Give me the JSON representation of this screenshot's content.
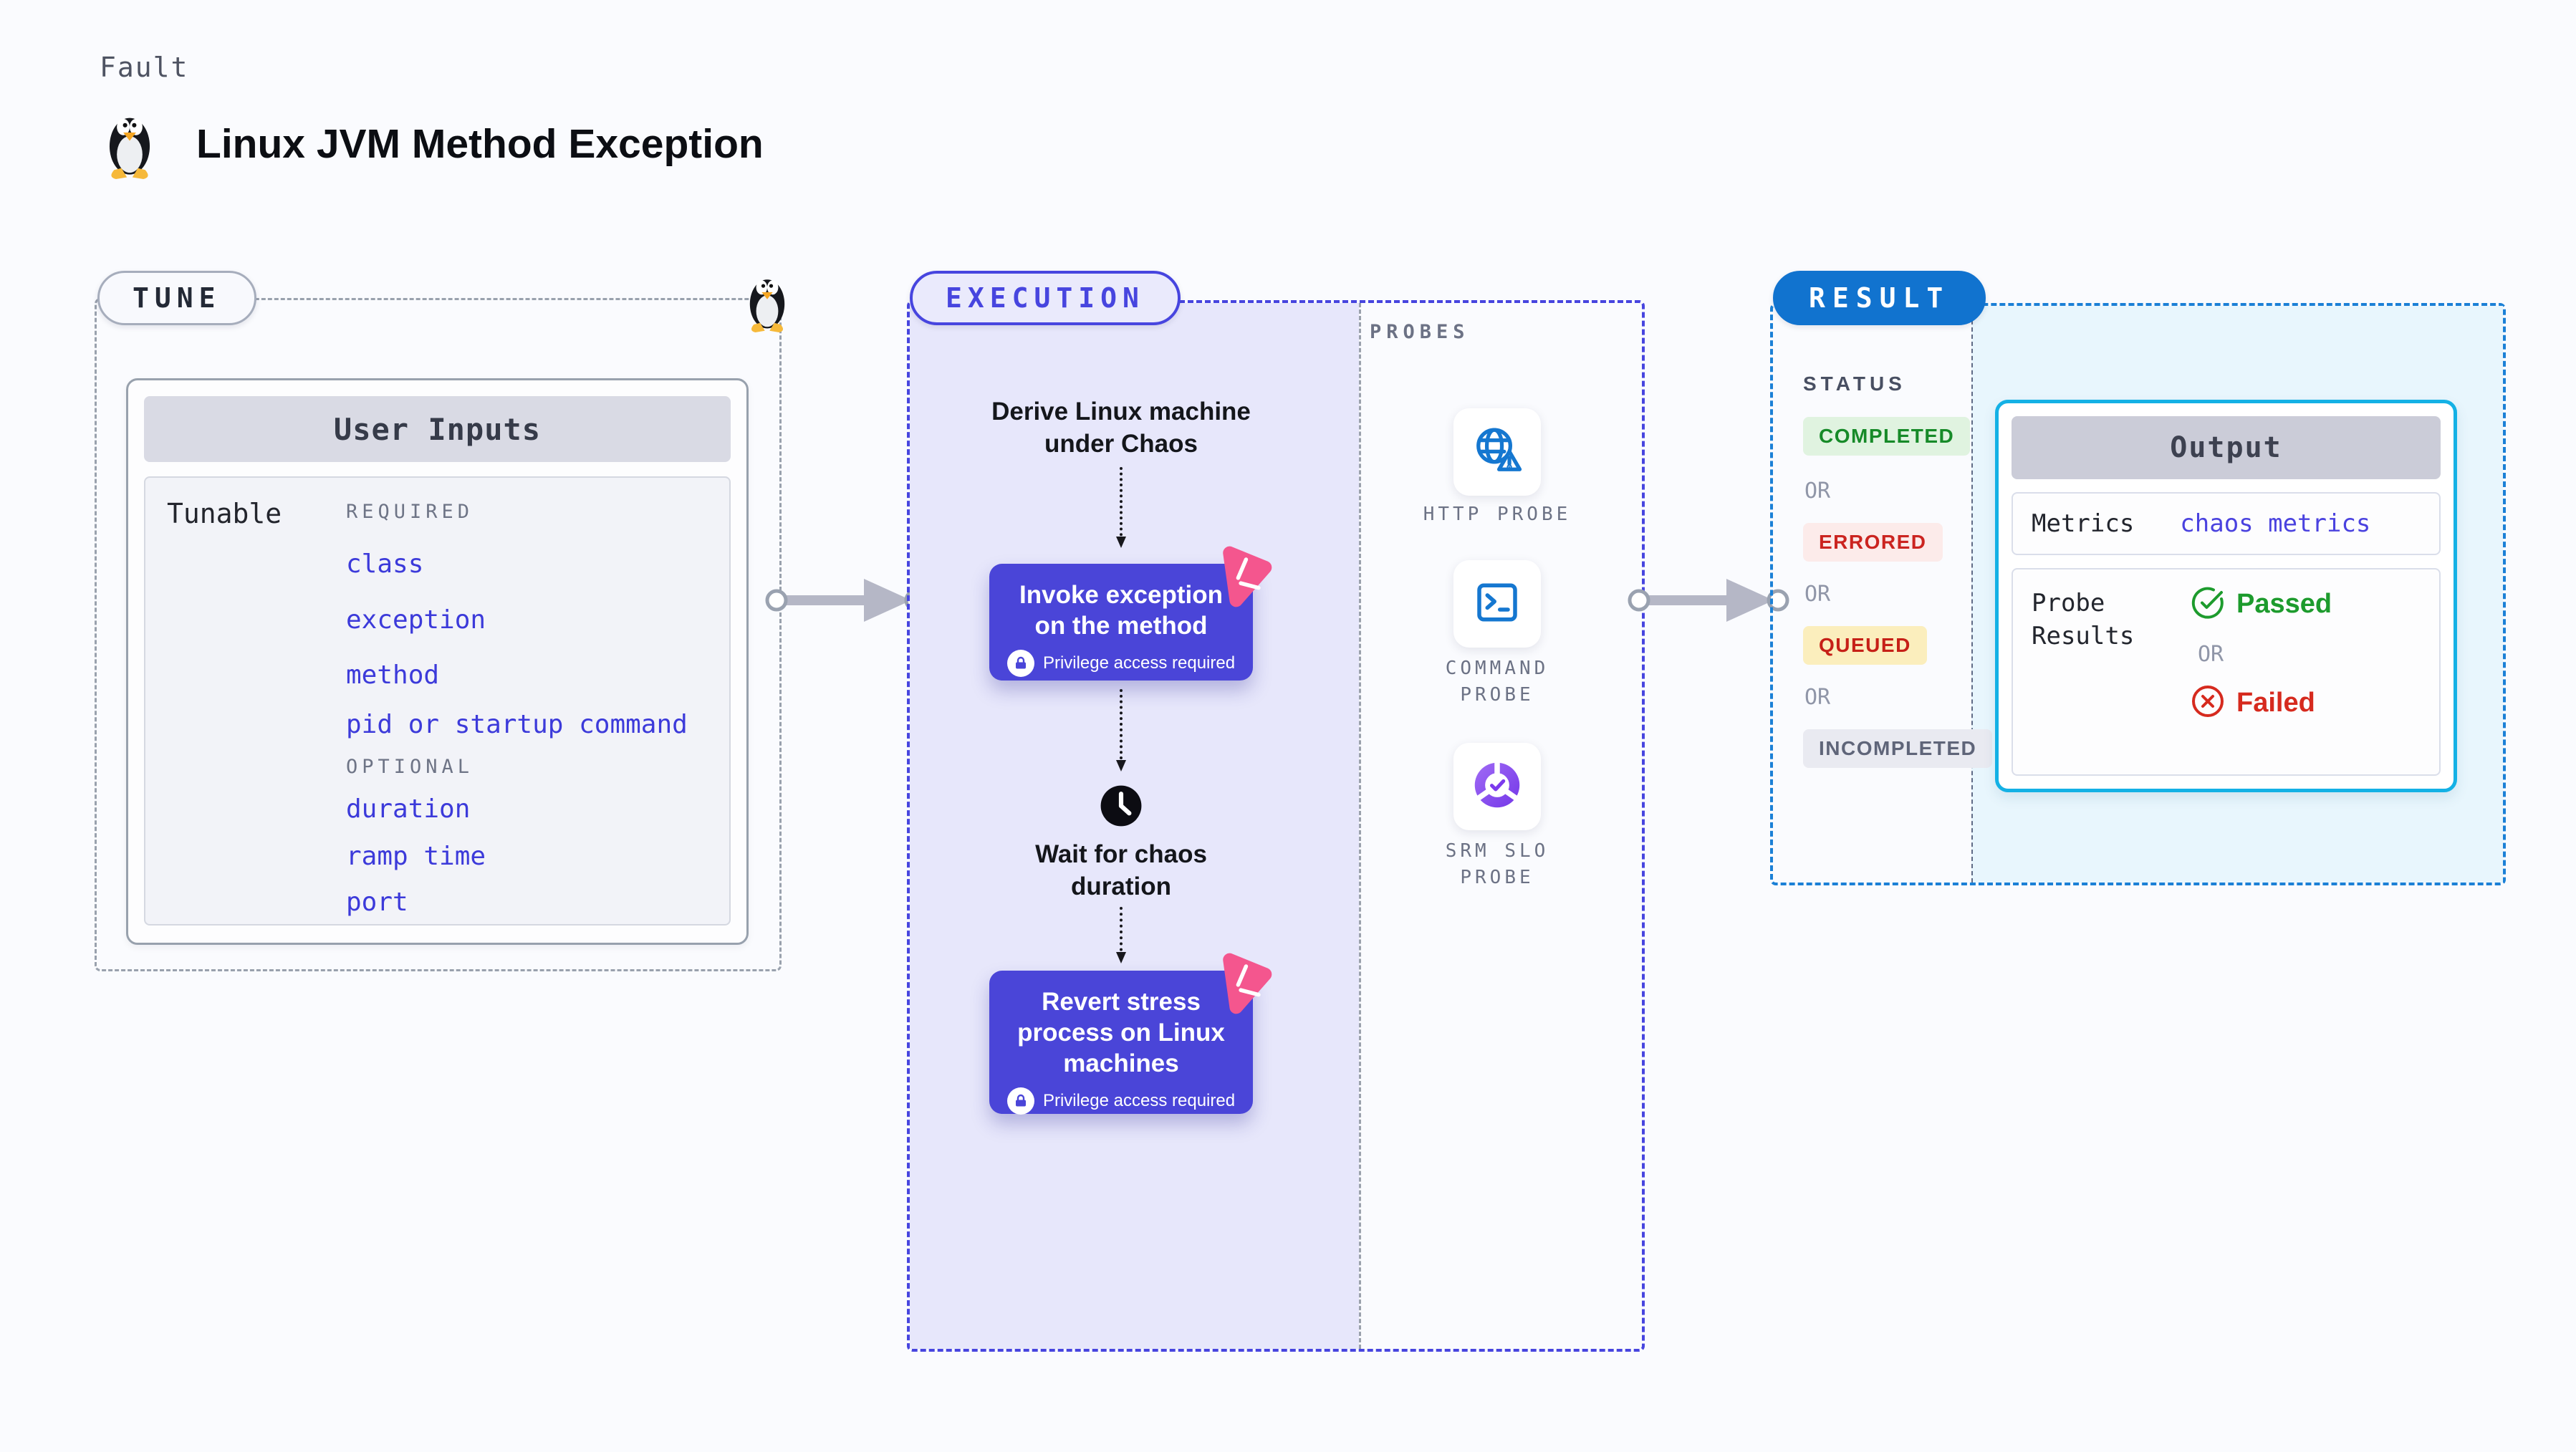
{
  "page": {
    "kicker": "Fault",
    "title": "Linux JVM Method Exception"
  },
  "colors": {
    "background": "#fafbfe",
    "indigo_action": "#4a45d8",
    "execution_border": "#4745df",
    "tune_border": "#99a1ad",
    "result_badge_blue": "#1173cf",
    "result_border": "#1b80d6",
    "output_border": "#14b1e5",
    "pink_chaos": "#f4568e",
    "link_blue": "#3c3ada",
    "passed_green": "#1d9b2d",
    "failed_red": "#d62a1e",
    "probe_icon_blue": "#1577d0",
    "srm_purple": "#7c3aed",
    "lavender_fill": "#e7e7fb",
    "result_fill": "#e8f6fd"
  },
  "tune": {
    "badge": "TUNE",
    "card": {
      "header": "User Inputs",
      "row_label": "Tunable",
      "required_label": "REQUIRED",
      "required_items": [
        "class",
        "exception",
        "method",
        "pid or startup command"
      ],
      "optional_label": "OPTIONAL",
      "optional_items": [
        "duration",
        "ramp time",
        "port"
      ]
    }
  },
  "execution": {
    "badge": "EXECUTION",
    "derive_step": "Derive Linux machine under Chaos",
    "invoke_step": "Invoke exception on the method",
    "wait_step": "Wait for chaos duration",
    "revert_step": "Revert stress process on Linux machines",
    "privilege_label": "Privilege access required",
    "probes_label": "PROBES",
    "probes": [
      {
        "icon": "globe-alert-icon",
        "lines": [
          "HTTP PROBE",
          ""
        ]
      },
      {
        "icon": "terminal-icon",
        "lines": [
          "COMMAND",
          "PROBE"
        ]
      },
      {
        "icon": "slo-donut-check-icon",
        "lines": [
          "SRM SLO",
          "PROBE"
        ]
      }
    ]
  },
  "result": {
    "badge": "RESULT",
    "status_label": "STATUS",
    "or_label": "OR",
    "statuses": [
      {
        "label": "COMPLETED"
      },
      {
        "label": "ERRORED"
      },
      {
        "label": "QUEUED"
      },
      {
        "label": "INCOMPLETED"
      }
    ],
    "output": {
      "header": "Output",
      "metrics_label": "Metrics",
      "metrics_value": "chaos metrics",
      "probe_results_label": "Probe Results",
      "passed_label": "Passed",
      "or_label": "OR",
      "failed_label": "Failed"
    }
  }
}
